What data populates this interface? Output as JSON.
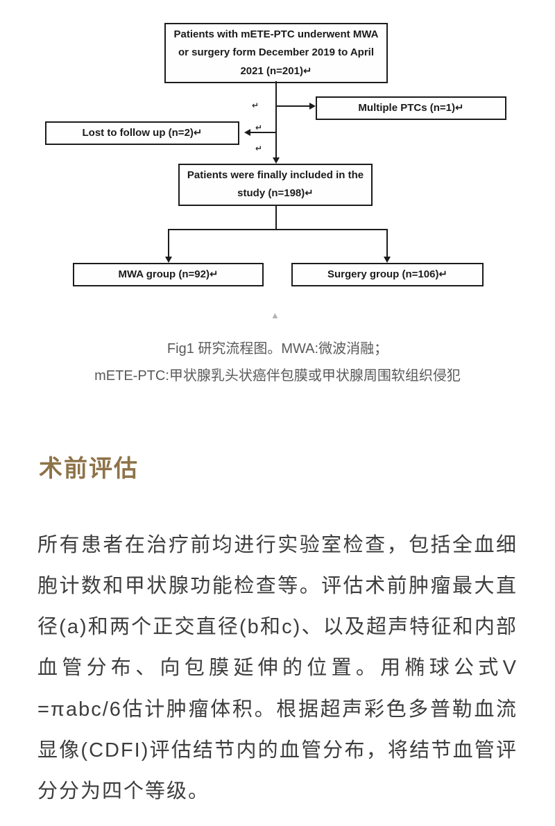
{
  "figure": {
    "boxes": {
      "top": "Patients with mETE-PTC underwent MWA or surgery form December 2019 to April 2021 (n=201)↵",
      "multiple_ptcs": "Multiple PTCs (n=1)↵",
      "lost_followup": "Lost to follow up (n=2)↵",
      "included": "Patients were finally included in the study (n=198)↵",
      "mwa_group": "MWA group (n=92)↵",
      "surgery_group": "Surgery group (n=106)↵"
    },
    "crlf_mark": "↵",
    "handle_glyph": "▲"
  },
  "caption": {
    "line1": "Fig1 研究流程图。MWA:微波消融；",
    "line2": "mETE-PTC:甲状腺乳头状癌伴包膜或甲状腺周围软组织侵犯"
  },
  "section": {
    "title": "术前评估",
    "paragraph": "所有患者在治疗前均进行实验室检查，包括全血细胞计数和甲状腺功能检查等。评估术前肿瘤最大直径(a)和两个正交直径(b和c)、以及超声特征和内部血管分布、向包膜延伸的位置。用椭球公式V =πabc/6估计肿瘤体积。根据超声彩色多普勒血流显像(CDFI)评估结节内的血管分布，将结节血管评分分为四个等级。"
  },
  "colors": {
    "heading": "#8e7349",
    "body_text": "#3d3d3d",
    "caption_text": "#595959",
    "flowchart_line": "#1c1c1c"
  }
}
